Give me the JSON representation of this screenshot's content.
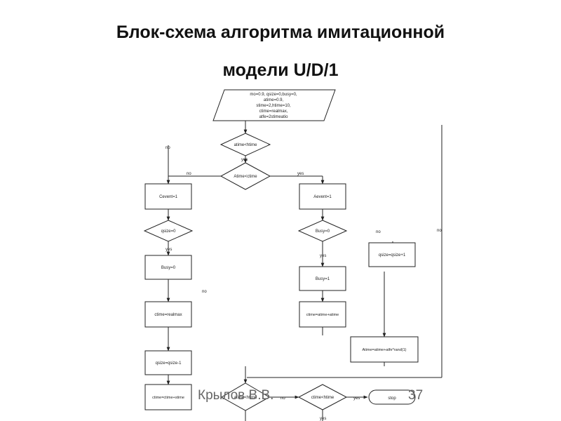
{
  "title_line1": "Блок-схема алгоритма имитационной",
  "title_line2": "модели U/D/1",
  "footer": {
    "author": "Крылов В.В.",
    "page": "37"
  },
  "blocks": {
    "init": [
      "mo=0.9, qsize=0,busy=0,",
      "atime=0.9,",
      "stime=2,htime=10,",
      "ctime=realmax,",
      "atfe=2stimeatio"
    ],
    "d_atime_htime": "atime<htime",
    "d_atime_ctime": "Atime<ctime",
    "cevent": "Cevent=1",
    "aevent": "Aevent=1",
    "d_qsize0": "qsize=0",
    "d_busy0": "Busy=0",
    "busy_set0": "Busy=0",
    "busy_set1": "Busy=1",
    "qsize_inc": "qsize=qsize+1",
    "ctime_realmax": "ctime=realmax",
    "ctime_atime": "ctime=atime+atime",
    "atime_update": "Atime=atime+atfe*rand(1)",
    "qsize_dec": "qsize=qsize-1",
    "ctime_stime": "ctime=ctime+stime",
    "d_atime_htime2": "atime<htime",
    "d_ctime_htime": "ctime<htime",
    "stop": "stop"
  },
  "labels": {
    "yes": "yes",
    "no": "no"
  }
}
